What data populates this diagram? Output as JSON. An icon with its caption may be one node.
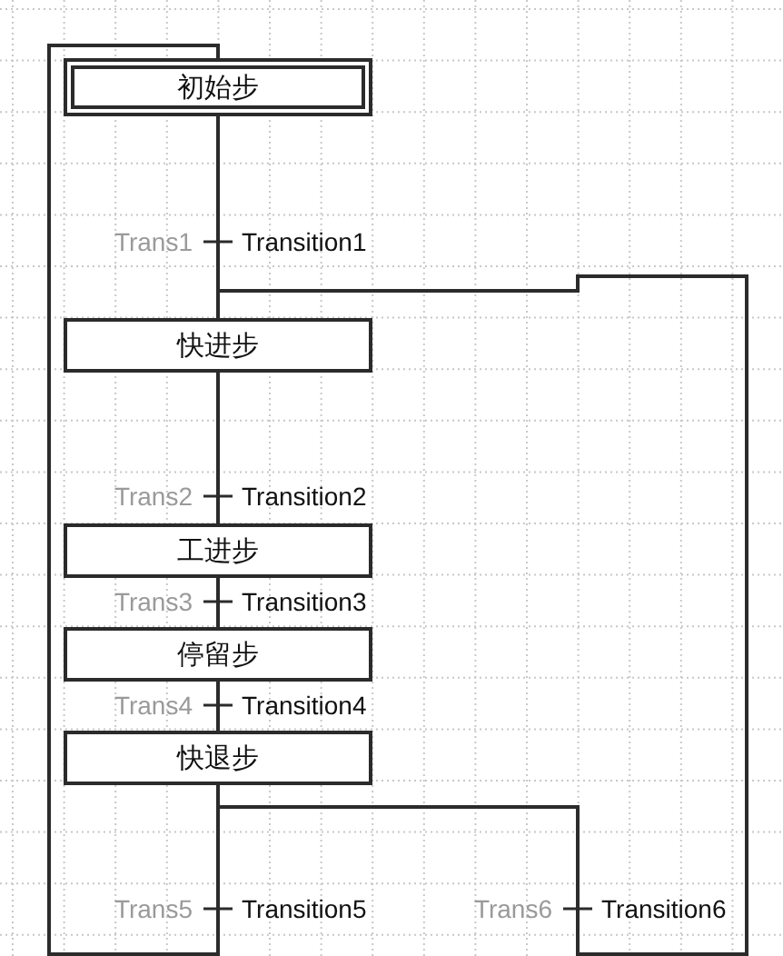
{
  "diagram": {
    "nodes": [
      {
        "text": [
          "初始步"
        ]
      },
      {
        "text": [
          "Trans1",
          "Transition1"
        ]
      },
      {
        "text": [
          "快进步"
        ]
      },
      {
        "text": [
          "Trans2",
          "Transition2"
        ]
      },
      {
        "text": [
          "工进步"
        ]
      },
      {
        "text": [
          "Trans3",
          "Transition3"
        ]
      },
      {
        "text": [
          "停留步"
        ]
      },
      {
        "text": [
          "Trans4",
          "Transition4"
        ]
      },
      {
        "text": [
          "快退步"
        ]
      },
      {
        "text": [
          "Trans5",
          "Transition5"
        ]
      },
      {
        "text": [
          "Trans6",
          "Transition6"
        ]
      }
    ],
    "edges": [
      {
        "from": 0,
        "to": 1,
        "arrow": "none"
      },
      {
        "from": 1,
        "to": 2,
        "arrow": "none"
      },
      {
        "from": 2,
        "to": 3,
        "arrow": "none"
      },
      {
        "from": 3,
        "to": 4,
        "arrow": "none"
      },
      {
        "from": 4,
        "to": 5,
        "arrow": "none"
      },
      {
        "from": 5,
        "to": 6,
        "arrow": "none"
      },
      {
        "from": 6,
        "to": 7,
        "arrow": "none"
      },
      {
        "from": 7,
        "to": 8,
        "arrow": "none"
      },
      {
        "from": 8,
        "to": 9,
        "arrow": "none"
      },
      {
        "from": 8,
        "to": 10,
        "arrow": "none"
      },
      {
        "from": 9,
        "to": 0,
        "arrow": "none"
      },
      {
        "from": 10,
        "to": 2,
        "arrow": "none"
      }
    ]
  }
}
